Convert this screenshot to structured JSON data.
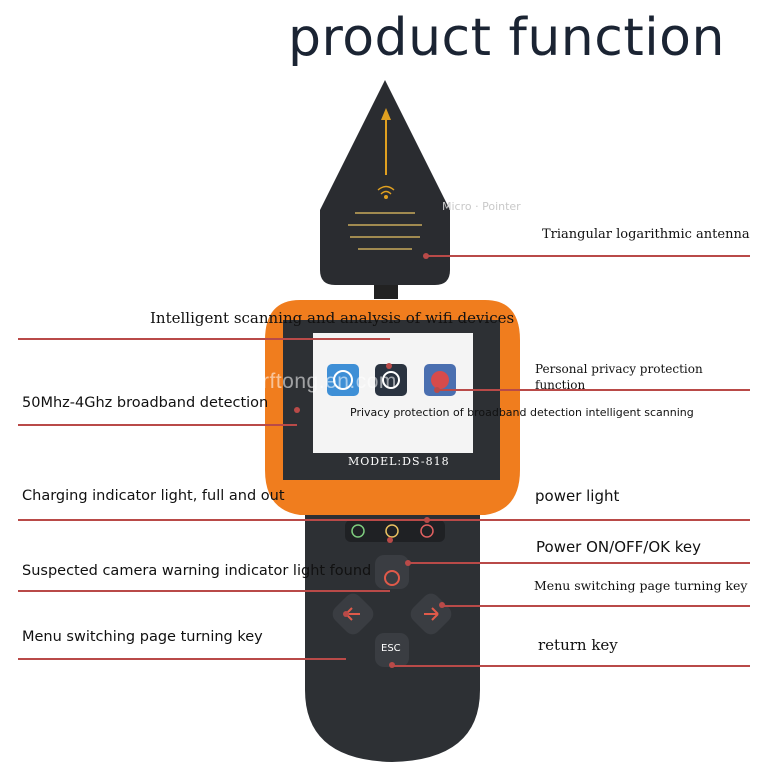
{
  "title": "product function",
  "device": {
    "model": "MODEL:DS-818",
    "watermark": "rftong.en.com",
    "micro_pointer": "Micro · Pointer",
    "esc_label": "ESC"
  },
  "labels": {
    "antenna": "Triangular logarithmic antenna",
    "intelligent_scanning": "Intelligent scanning and analysis of wifi devices",
    "broadband": "50Mhz-4Ghz broadband detection",
    "privacy_line1": "Personal privacy protection",
    "privacy_line2": "function",
    "screen_caption": "Privacy protection of broadband detection intelligent scanning",
    "charging": "Charging indicator light, full and out",
    "power_light": "power light",
    "power_key": "Power ON/OFF/OK key",
    "camera_warning": "Suspected camera warning indicator light found",
    "menu_right": "Menu switching page turning key",
    "menu_left": "Menu switching page turning key",
    "return_key": "return key"
  },
  "colors": {
    "accent_orange": "#f07d1e",
    "body_dark": "#2d3034",
    "leader_line": "#b94a48"
  }
}
